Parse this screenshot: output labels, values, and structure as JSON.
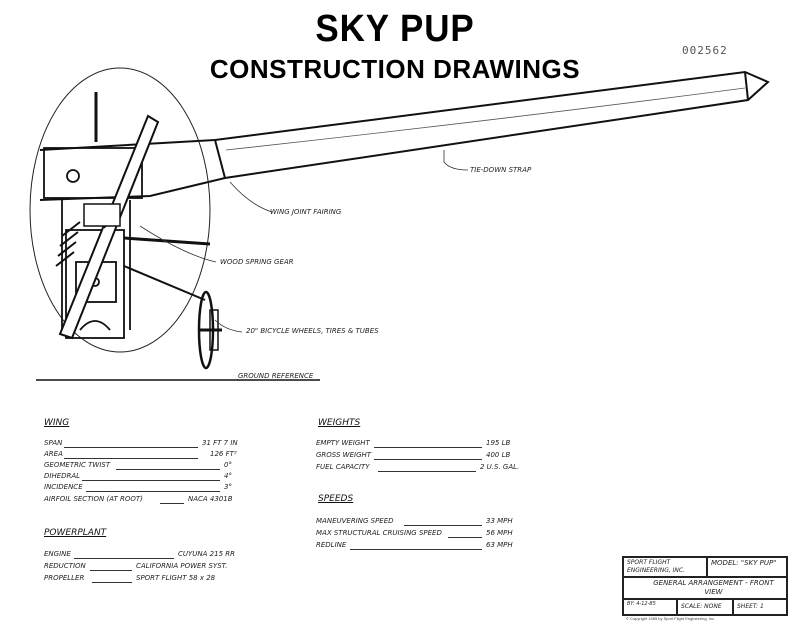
{
  "title": "SKY PUP",
  "subtitle": "CONSTRUCTION DRAWINGS",
  "stamp": "002562",
  "callouts": {
    "tie_down": "TIE-DOWN STRAP",
    "wing_joint": "WING JOINT FAIRING",
    "spring_gear": "WOOD SPRING GEAR",
    "wheels": "20\" BICYCLE WHEELS, TIRES & TUBES",
    "ground": "GROUND REFERENCE"
  },
  "wing": {
    "heading": "WING",
    "rows": [
      {
        "label": "SPAN",
        "value": "31 FT 7 IN"
      },
      {
        "label": "AREA",
        "value": "126 FT²"
      },
      {
        "label": "GEOMETRIC TWIST",
        "value": "0°"
      },
      {
        "label": "DIHEDRAL",
        "value": "4°"
      },
      {
        "label": "INCIDENCE",
        "value": "3°"
      },
      {
        "label": "AIRFOIL SECTION (AT ROOT)",
        "value": "NACA 4301B"
      }
    ]
  },
  "powerplant": {
    "heading": "POWERPLANT",
    "rows": [
      {
        "label": "ENGINE",
        "value": "CUYUNA 215 RR"
      },
      {
        "label": "REDUCTION",
        "value": "CALIFORNIA POWER SYST."
      },
      {
        "label": "PROPELLER",
        "value": "SPORT FLIGHT 58 x 28"
      }
    ]
  },
  "weights": {
    "heading": "WEIGHTS",
    "rows": [
      {
        "label": "EMPTY WEIGHT",
        "value": "195 LB"
      },
      {
        "label": "GROSS WEIGHT",
        "value": "400 LB"
      },
      {
        "label": "FUEL CAPACITY",
        "value": "2 U.S. GAL."
      }
    ]
  },
  "speeds": {
    "heading": "SPEEDS",
    "rows": [
      {
        "label": "MANEUVERING SPEED",
        "value": "33 MPH"
      },
      {
        "label": "MAX STRUCTURAL CRUISING SPEED",
        "value": "56 MPH"
      },
      {
        "label": "REDLINE",
        "value": "63 MPH"
      }
    ]
  },
  "title_block": {
    "company": "SPORT FLIGHT ENGINEERING, INC.",
    "model_label": "MODEL:",
    "model": "\"SKY PUP\"",
    "drawing_title": "GENERAL ARRANGEMENT - FRONT VIEW",
    "by_label": "BY:",
    "date": "4-12-85",
    "scale": "SCALE: NONE",
    "sheet": "SHEET: 1",
    "copyright": "© Copyright 1985 by Sport Flight Engineering, Inc."
  }
}
